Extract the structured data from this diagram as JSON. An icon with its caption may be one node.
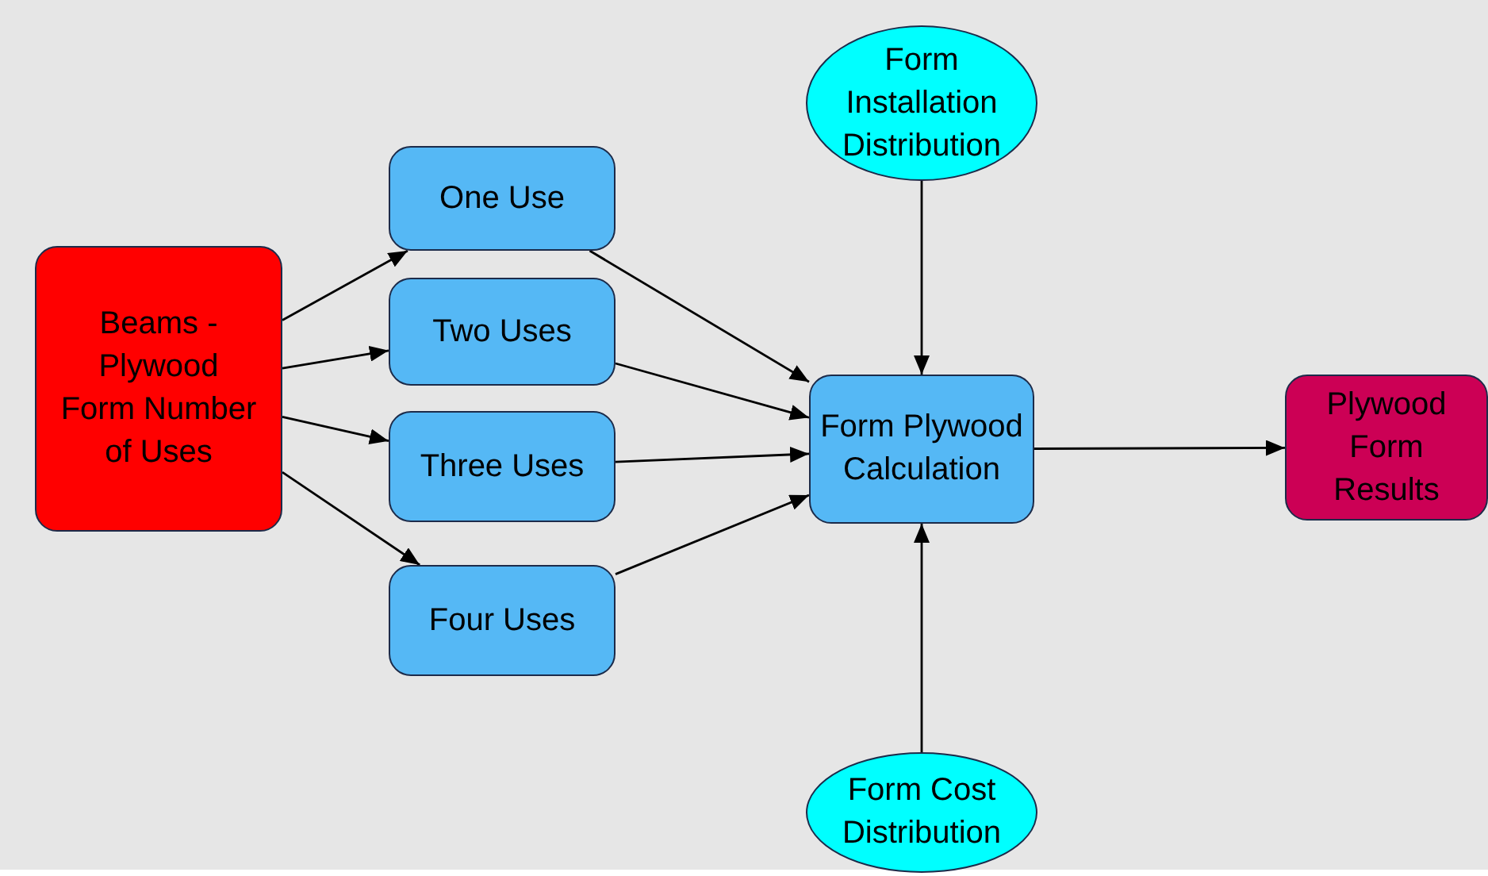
{
  "diagram": {
    "nodes": [
      {
        "text": [
          "Beams - Plywood Form Number of Uses"
        ]
      },
      {
        "text": [
          "One Use"
        ]
      },
      {
        "text": [
          "Two Uses"
        ]
      },
      {
        "text": [
          "Three Uses"
        ]
      },
      {
        "text": [
          "Four Uses"
        ]
      },
      {
        "text": [
          "Form Installation Distribution"
        ]
      },
      {
        "text": [
          "Form Plywood Calculation"
        ]
      },
      {
        "text": [
          "Form Cost Distribution"
        ]
      },
      {
        "text": [
          "Plywood Form Results"
        ]
      }
    ],
    "edges": [
      {
        "from": 0,
        "to": 1,
        "arrow": "to"
      },
      {
        "from": 0,
        "to": 2,
        "arrow": "to"
      },
      {
        "from": 0,
        "to": 3,
        "arrow": "to"
      },
      {
        "from": 0,
        "to": 4,
        "arrow": "to"
      },
      {
        "from": 1,
        "to": 6,
        "arrow": "to"
      },
      {
        "from": 2,
        "to": 6,
        "arrow": "to"
      },
      {
        "from": 3,
        "to": 6,
        "arrow": "to"
      },
      {
        "from": 4,
        "to": 6,
        "arrow": "to"
      },
      {
        "from": 5,
        "to": 6,
        "arrow": "to"
      },
      {
        "from": 7,
        "to": 6,
        "arrow": "to"
      },
      {
        "from": 6,
        "to": 8,
        "arrow": "to"
      }
    ]
  }
}
